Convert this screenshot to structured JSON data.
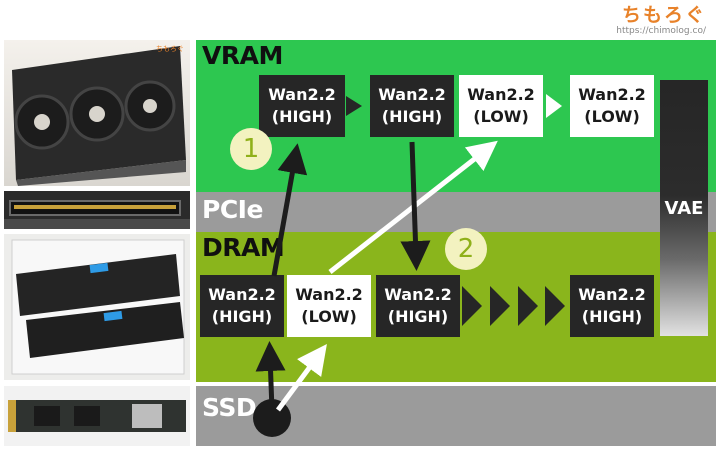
{
  "brand": {
    "name": "ちもろぐ",
    "url": "https://chimolog.co/"
  },
  "photo_tag": "ちもろぐ",
  "zones": {
    "vram": "VRAM",
    "pcie": "PCIe",
    "dram": "DRAM",
    "ssd": "SSD"
  },
  "vram_blocks": [
    {
      "line1": "Wan2.2",
      "line2": "(HIGH)",
      "style": "dark"
    },
    {
      "line1": "Wan2.2",
      "line2": "(HIGH)",
      "style": "dark"
    },
    {
      "line1": "Wan2.2",
      "line2": "(LOW)",
      "style": "light"
    },
    {
      "line1": "Wan2.2",
      "line2": "(LOW)",
      "style": "light"
    }
  ],
  "dram_blocks": [
    {
      "line1": "Wan2.2",
      "line2": "(HIGH)",
      "style": "dark"
    },
    {
      "line1": "Wan2.2",
      "line2": "(LOW)",
      "style": "light"
    },
    {
      "line1": "Wan2.2",
      "line2": "(HIGH)",
      "style": "dark"
    },
    {
      "line1": "Wan2.2",
      "line2": "(HIGH)",
      "style": "dark"
    }
  ],
  "vae": "VAE",
  "steps": {
    "one": "1",
    "two": "2"
  },
  "colors": {
    "vram_zone": "#2dc750",
    "dram_zone": "#8ab51c",
    "bus_zone": "#9b9b9b",
    "dark_block": "#262626",
    "light_block": "#ffffff",
    "badge": "#f3f2c0",
    "brand": "#e8822a"
  }
}
